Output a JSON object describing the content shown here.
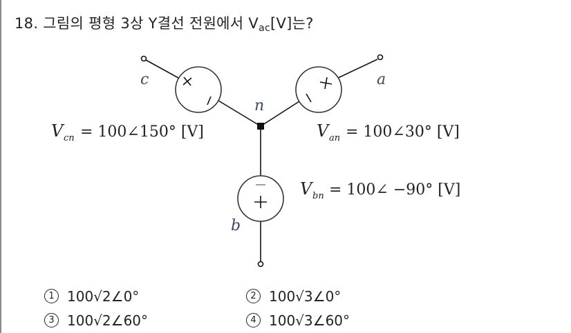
{
  "question": {
    "number": "18.",
    "text": "그림의 평형 3상 Y결선 전원에서 ",
    "var_main": "V",
    "var_sub": "ac",
    "unit": "[V]",
    "suffix": "는?"
  },
  "circuit": {
    "node_labels": {
      "a": "a",
      "b": "b",
      "c": "c",
      "n": "n"
    },
    "sources": {
      "cn": {
        "var": "V",
        "sub": "cn",
        "expr": "= 100∠150° [V]"
      },
      "an": {
        "var": "V",
        "sub": "an",
        "expr": "= 100∠30° [V]"
      },
      "bn": {
        "var": "V",
        "sub": "bn",
        "expr": "= 100∠ −90° [V]"
      }
    },
    "polarity": {
      "plus": "+",
      "minus": "−"
    }
  },
  "options": [
    {
      "num": "1",
      "value": "100√2∠0°"
    },
    {
      "num": "2",
      "value": "100√3∠0°"
    },
    {
      "num": "3",
      "value": "100√2∠60°"
    },
    {
      "num": "4",
      "value": "100√3∠60°"
    }
  ]
}
